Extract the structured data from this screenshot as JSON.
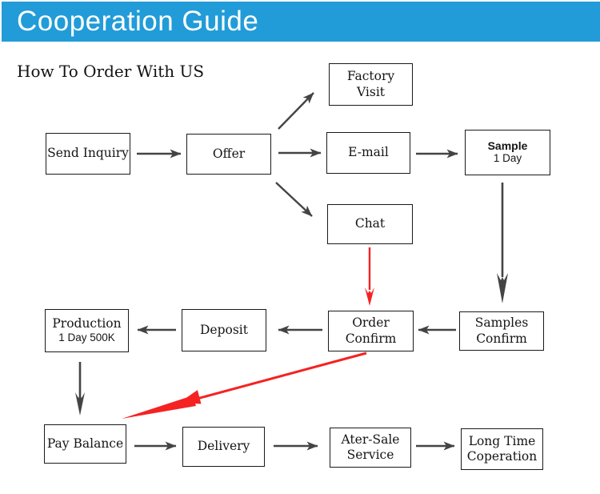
{
  "header": {
    "title": "Cooperation Guide"
  },
  "subtitle": "How To Order With US",
  "colors": {
    "header_bg": "#219cd8",
    "header_text": "#ffffff",
    "arrow": "#444444",
    "arrow_highlight": "#f52222",
    "box_border": "#1a1a1a",
    "background": "#ffffff"
  },
  "nodes": [
    {
      "id": "send-inquiry",
      "label": "Send Inquiry"
    },
    {
      "id": "offer",
      "label": "Offer"
    },
    {
      "id": "factory-visit",
      "label": "Factory",
      "label2": "Visit"
    },
    {
      "id": "email",
      "label": "E-mail"
    },
    {
      "id": "sample",
      "label": "Sample",
      "sub": "1 Day"
    },
    {
      "id": "chat",
      "label": "Chat"
    },
    {
      "id": "order-confirm",
      "label": "Order",
      "label2": "Confirm"
    },
    {
      "id": "samples-confirm",
      "label": "Samples",
      "label2": "Confirm"
    },
    {
      "id": "deposit",
      "label": "Deposit"
    },
    {
      "id": "production",
      "label": "Production",
      "sub": "1 Day 500K"
    },
    {
      "id": "pay-balance",
      "label": "Pay Balance"
    },
    {
      "id": "delivery",
      "label": "Delivery"
    },
    {
      "id": "ater-sale-service",
      "label": "Ater-Sale",
      "label2": "Service"
    },
    {
      "id": "long-time-coperation",
      "label": "Long Time",
      "label2": "Coperation"
    }
  ],
  "edges": [
    {
      "from": "send-inquiry",
      "to": "offer",
      "color": "gray"
    },
    {
      "from": "offer",
      "to": "factory-visit",
      "color": "gray"
    },
    {
      "from": "offer",
      "to": "email",
      "color": "gray"
    },
    {
      "from": "offer",
      "to": "chat",
      "color": "gray"
    },
    {
      "from": "email",
      "to": "sample",
      "color": "gray"
    },
    {
      "from": "sample",
      "to": "samples-confirm",
      "color": "gray"
    },
    {
      "from": "samples-confirm",
      "to": "order-confirm",
      "color": "gray"
    },
    {
      "from": "order-confirm",
      "to": "deposit",
      "color": "gray"
    },
    {
      "from": "deposit",
      "to": "production",
      "color": "gray"
    },
    {
      "from": "production",
      "to": "pay-balance",
      "color": "gray"
    },
    {
      "from": "chat",
      "to": "order-confirm",
      "color": "red"
    },
    {
      "from": "order-confirm",
      "to": "pay-balance",
      "color": "red"
    },
    {
      "from": "pay-balance",
      "to": "delivery",
      "color": "gray"
    },
    {
      "from": "delivery",
      "to": "ater-sale-service",
      "color": "gray"
    },
    {
      "from": "ater-sale-service",
      "to": "long-time-coperation",
      "color": "gray"
    }
  ]
}
